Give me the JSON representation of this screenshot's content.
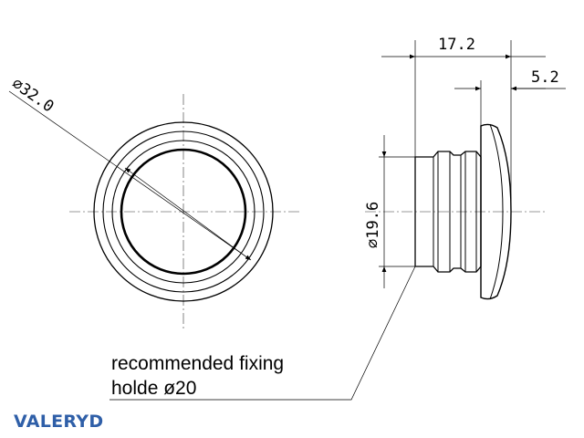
{
  "dimensions": {
    "outer_diameter": "∅32.0",
    "overall_length": "17.2",
    "flange_thickness": "5.2",
    "body_diameter": "∅19.6"
  },
  "note": {
    "line1": "recommended fixing",
    "line2": "holde ø20"
  },
  "brand": {
    "logo": "VALERYD",
    "color": "#2f5fa8"
  }
}
